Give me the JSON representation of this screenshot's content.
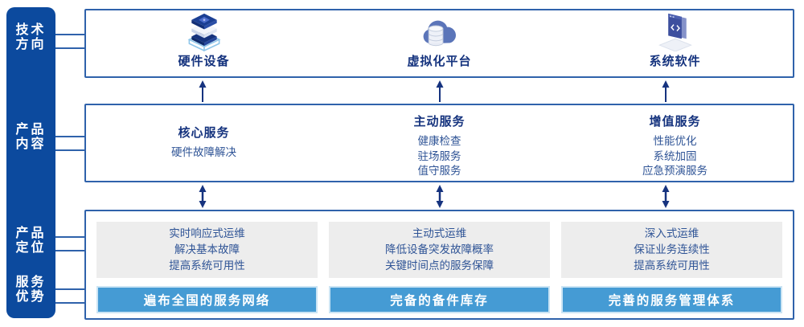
{
  "colors": {
    "sidebar_bg": "#0c4a9e",
    "box_border": "#2f62ab",
    "title_text": "#15337e",
    "body_text": "#2f5496",
    "banner_bg": "#459bd4",
    "banner_border": "#cbe4f4",
    "panel_bg": "#ededed",
    "arrow": "#16337f"
  },
  "sidebar": {
    "items": [
      {
        "id": "tech-direction",
        "label": "技术\n方向"
      },
      {
        "id": "product-content",
        "label": "产品\n内容"
      },
      {
        "id": "product-positioning",
        "label": "产品\n定位"
      },
      {
        "id": "service-advantage",
        "label": "服务\n优势"
      }
    ]
  },
  "tech_row": {
    "items": [
      {
        "icon": "server-stack-icon",
        "label": "硬件设备"
      },
      {
        "icon": "cloud-database-icon",
        "label": "虚拟化平台"
      },
      {
        "icon": "software-window-icon",
        "label": "系统软件"
      }
    ]
  },
  "content_row": {
    "columns": [
      {
        "title": "核心服务",
        "items": [
          "硬件故障解决"
        ]
      },
      {
        "title": "主动服务",
        "items": [
          "健康检查",
          "驻场服务",
          "值守服务"
        ]
      },
      {
        "title": "增值服务",
        "items": [
          "性能优化",
          "系统加固",
          "应急预演服务"
        ]
      }
    ]
  },
  "bottom_row": {
    "columns": [
      {
        "positioning": [
          "实时响应式运维",
          "解决基本故障",
          "提高系统可用性"
        ],
        "advantage": "遍布全国的服务网络"
      },
      {
        "positioning": [
          "主动式运维",
          "降低设备突发故障概率",
          "关键时间点的服务保障"
        ],
        "advantage": "完备的备件库存"
      },
      {
        "positioning": [
          "深入式运维",
          "保证业务连续性",
          "提高系统可用性"
        ],
        "advantage": "完善的服务管理体系"
      }
    ]
  }
}
